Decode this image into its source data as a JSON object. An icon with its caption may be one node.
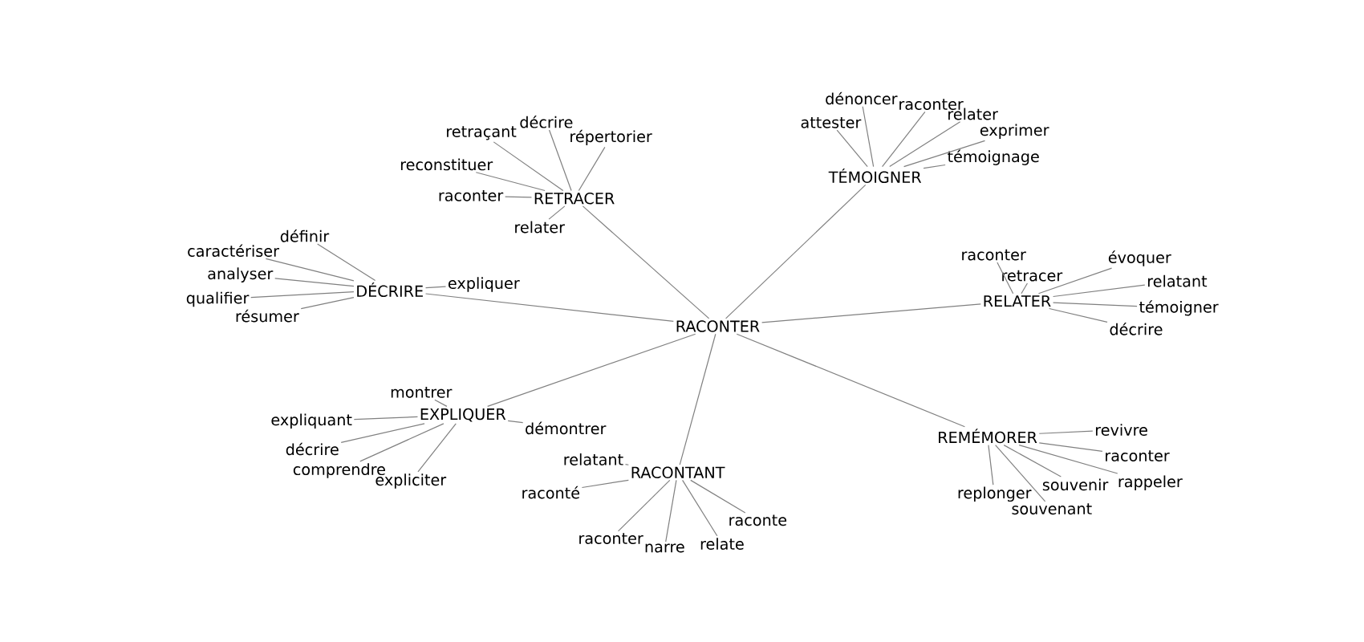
{
  "diagram": {
    "nodes": [
      {
        "text": [
          "RACONTER"
        ]
      },
      {
        "text": [
          "RETRACER"
        ]
      },
      {
        "text": [
          "retraçant"
        ]
      },
      {
        "text": [
          "décrire"
        ]
      },
      {
        "text": [
          "répertorier"
        ]
      },
      {
        "text": [
          "reconstituer"
        ]
      },
      {
        "text": [
          "raconter"
        ]
      },
      {
        "text": [
          "relater"
        ]
      },
      {
        "text": [
          "TÉMOIGNER"
        ]
      },
      {
        "text": [
          "dénoncer"
        ]
      },
      {
        "text": [
          "raconter"
        ]
      },
      {
        "text": [
          "attester"
        ]
      },
      {
        "text": [
          "relater"
        ]
      },
      {
        "text": [
          "exprimer"
        ]
      },
      {
        "text": [
          "témoignage"
        ]
      },
      {
        "text": [
          "DÉCRIRE"
        ]
      },
      {
        "text": [
          "définir"
        ]
      },
      {
        "text": [
          "caractériser"
        ]
      },
      {
        "text": [
          "analyser"
        ]
      },
      {
        "text": [
          "qualifier"
        ]
      },
      {
        "text": [
          "résumer"
        ]
      },
      {
        "text": [
          "expliquer"
        ]
      },
      {
        "text": [
          "RELATER"
        ]
      },
      {
        "text": [
          "raconter"
        ]
      },
      {
        "text": [
          "retracer"
        ]
      },
      {
        "text": [
          "évoquer"
        ]
      },
      {
        "text": [
          "relatant"
        ]
      },
      {
        "text": [
          "témoigner"
        ]
      },
      {
        "text": [
          "décrire"
        ]
      },
      {
        "text": [
          "EXPLIQUER"
        ]
      },
      {
        "text": [
          "montrer"
        ]
      },
      {
        "text": [
          "expliquant"
        ]
      },
      {
        "text": [
          "démontrer"
        ]
      },
      {
        "text": [
          "décrire"
        ]
      },
      {
        "text": [
          "comprendre"
        ]
      },
      {
        "text": [
          "expliciter"
        ]
      },
      {
        "text": [
          "RACONTANT"
        ]
      },
      {
        "text": [
          "relatant"
        ]
      },
      {
        "text": [
          "raconté"
        ]
      },
      {
        "text": [
          "raconter"
        ]
      },
      {
        "text": [
          "narre"
        ]
      },
      {
        "text": [
          "relate"
        ]
      },
      {
        "text": [
          "raconte"
        ]
      },
      {
        "text": [
          "REMÉMORER"
        ]
      },
      {
        "text": [
          "revivre"
        ]
      },
      {
        "text": [
          "raconter"
        ]
      },
      {
        "text": [
          "rappeler"
        ]
      },
      {
        "text": [
          "souvenir"
        ]
      },
      {
        "text": [
          "replonger"
        ]
      },
      {
        "text": [
          "souvenant"
        ]
      }
    ],
    "edges": [
      {
        "from": 0,
        "to": 1,
        "arrow": "none"
      },
      {
        "from": 0,
        "to": 8,
        "arrow": "none"
      },
      {
        "from": 0,
        "to": 15,
        "arrow": "none"
      },
      {
        "from": 0,
        "to": 22,
        "arrow": "none"
      },
      {
        "from": 0,
        "to": 29,
        "arrow": "none"
      },
      {
        "from": 0,
        "to": 36,
        "arrow": "none"
      },
      {
        "from": 0,
        "to": 43,
        "arrow": "none"
      },
      {
        "from": 1,
        "to": 2,
        "arrow": "none"
      },
      {
        "from": 1,
        "to": 3,
        "arrow": "none"
      },
      {
        "from": 1,
        "to": 4,
        "arrow": "none"
      },
      {
        "from": 1,
        "to": 5,
        "arrow": "none"
      },
      {
        "from": 1,
        "to": 6,
        "arrow": "none"
      },
      {
        "from": 1,
        "to": 7,
        "arrow": "none"
      },
      {
        "from": 8,
        "to": 9,
        "arrow": "none"
      },
      {
        "from": 8,
        "to": 10,
        "arrow": "none"
      },
      {
        "from": 8,
        "to": 11,
        "arrow": "none"
      },
      {
        "from": 8,
        "to": 12,
        "arrow": "none"
      },
      {
        "from": 8,
        "to": 13,
        "arrow": "none"
      },
      {
        "from": 8,
        "to": 14,
        "arrow": "none"
      },
      {
        "from": 15,
        "to": 16,
        "arrow": "none"
      },
      {
        "from": 15,
        "to": 17,
        "arrow": "none"
      },
      {
        "from": 15,
        "to": 18,
        "arrow": "none"
      },
      {
        "from": 15,
        "to": 19,
        "arrow": "none"
      },
      {
        "from": 15,
        "to": 20,
        "arrow": "none"
      },
      {
        "from": 15,
        "to": 21,
        "arrow": "none"
      },
      {
        "from": 22,
        "to": 23,
        "arrow": "none"
      },
      {
        "from": 22,
        "to": 24,
        "arrow": "none"
      },
      {
        "from": 22,
        "to": 25,
        "arrow": "none"
      },
      {
        "from": 22,
        "to": 26,
        "arrow": "none"
      },
      {
        "from": 22,
        "to": 27,
        "arrow": "none"
      },
      {
        "from": 22,
        "to": 28,
        "arrow": "none"
      },
      {
        "from": 29,
        "to": 30,
        "arrow": "none"
      },
      {
        "from": 29,
        "to": 31,
        "arrow": "none"
      },
      {
        "from": 29,
        "to": 32,
        "arrow": "none"
      },
      {
        "from": 29,
        "to": 33,
        "arrow": "none"
      },
      {
        "from": 29,
        "to": 34,
        "arrow": "none"
      },
      {
        "from": 29,
        "to": 35,
        "arrow": "none"
      },
      {
        "from": 36,
        "to": 37,
        "arrow": "none"
      },
      {
        "from": 36,
        "to": 38,
        "arrow": "none"
      },
      {
        "from": 36,
        "to": 39,
        "arrow": "none"
      },
      {
        "from": 36,
        "to": 40,
        "arrow": "none"
      },
      {
        "from": 36,
        "to": 41,
        "arrow": "none"
      },
      {
        "from": 36,
        "to": 42,
        "arrow": "none"
      },
      {
        "from": 43,
        "to": 44,
        "arrow": "none"
      },
      {
        "from": 43,
        "to": 45,
        "arrow": "none"
      },
      {
        "from": 43,
        "to": 46,
        "arrow": "none"
      },
      {
        "from": 43,
        "to": 47,
        "arrow": "none"
      },
      {
        "from": 43,
        "to": 48,
        "arrow": "none"
      },
      {
        "from": 43,
        "to": 49,
        "arrow": "none"
      }
    ]
  }
}
